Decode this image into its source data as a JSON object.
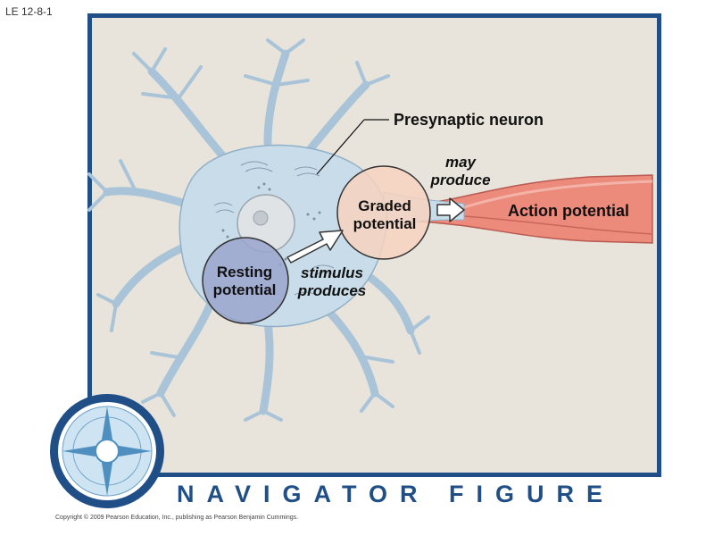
{
  "slide_label": "LE 12-8-1",
  "labels": {
    "presynaptic_neuron": "Presynaptic neuron",
    "may_produce_line1": "may",
    "may_produce_line2": "produce",
    "graded_line1": "Graded",
    "graded_line2": "potential",
    "action_potential": "Action potential",
    "resting_line1": "Resting",
    "resting_line2": "potential",
    "stimulus_line1": "stimulus",
    "stimulus_line2": "produces"
  },
  "navigator_title": "NAVIGATOR FIGURE",
  "copyright": "Copyright © 2009 Pearson Education, Inc., publishing as Pearson Benjamin Cummings.",
  "colors": {
    "frame_border": "#1f4f86",
    "frame_fill": "#e8e4dc",
    "neuron_fill": "#c9dcea",
    "neuron_stroke": "#8fb0c8",
    "graded_fill": "#f7d2c0",
    "resting_fill": "#9aa4cc",
    "action_fill": "#ec8a7c",
    "navigator_text": "#1f4f86"
  },
  "icons": [
    "compass-rose-icon",
    "arrow-right-icon"
  ]
}
